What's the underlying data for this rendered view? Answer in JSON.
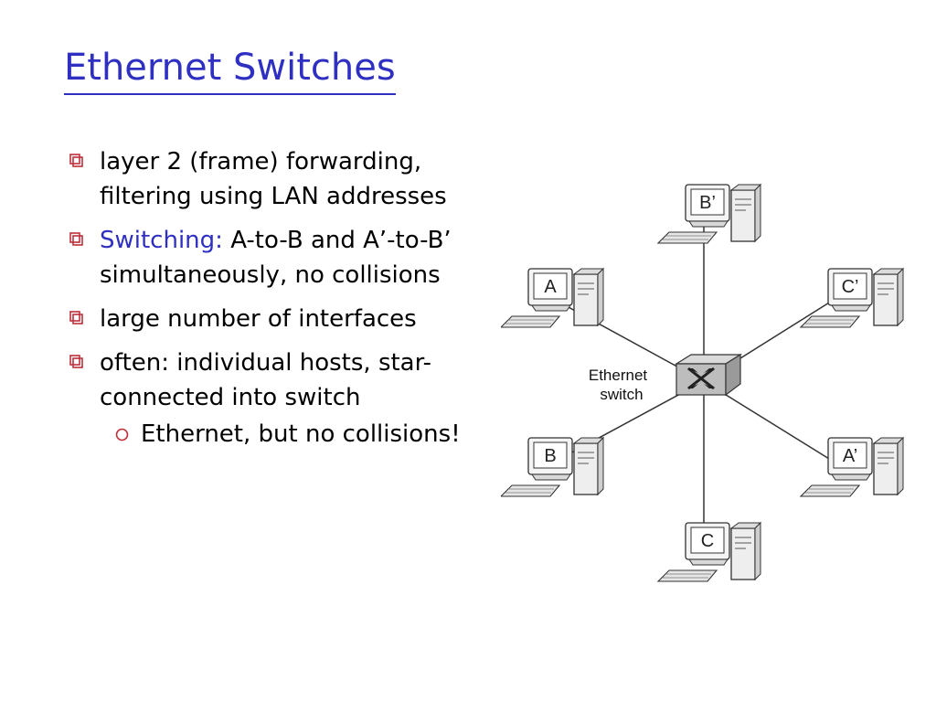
{
  "title": "Ethernet Switches",
  "bullets": [
    {
      "text": "layer 2 (frame) forwarding, filtering using LAN addresses"
    },
    {
      "highlight": "Switching:",
      "text": " A-to-B and A’-to-B’ simultaneously, no collisions"
    },
    {
      "text": "large number of interfaces"
    },
    {
      "text": "often: individual hosts, star-connected into switch"
    }
  ],
  "sub_bullets": [
    {
      "text": "Ethernet, but no collisions!"
    }
  ],
  "diagram": {
    "switch_label_line1": "Ethernet",
    "switch_label_line2": "switch",
    "hosts": [
      {
        "label": "B’"
      },
      {
        "label": "A"
      },
      {
        "label": "C’"
      },
      {
        "label": "B"
      },
      {
        "label": "A’"
      },
      {
        "label": "C"
      }
    ]
  },
  "colors": {
    "title": "#2f2fc2",
    "highlight": "#2f2fc2",
    "bullet_marker": "#c0303a"
  }
}
